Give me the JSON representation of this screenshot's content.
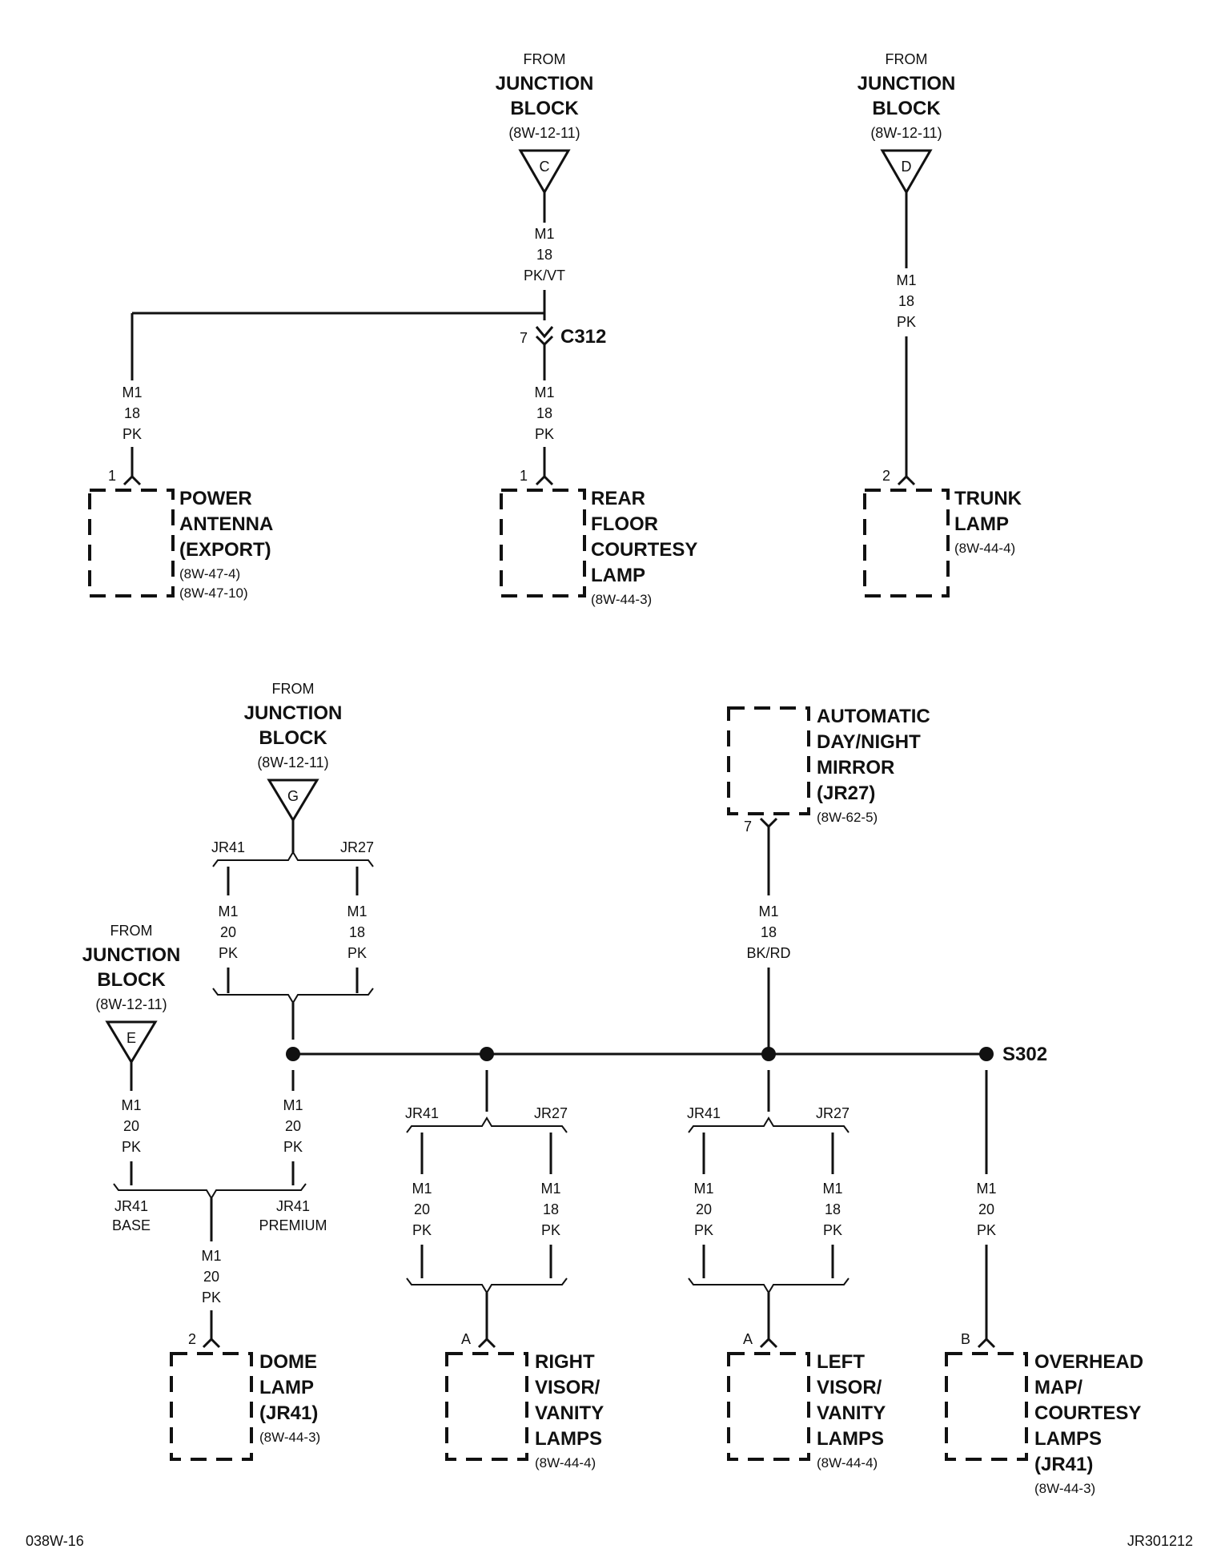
{
  "sources": {
    "c": {
      "from": "FROM",
      "line1": "JUNCTION",
      "line2": "BLOCK",
      "ref": "(8W-12-11)",
      "cavity": "C"
    },
    "d": {
      "from": "FROM",
      "line1": "JUNCTION",
      "line2": "BLOCK",
      "ref": "(8W-12-11)",
      "cavity": "D"
    },
    "g": {
      "from": "FROM",
      "line1": "JUNCTION",
      "line2": "BLOCK",
      "ref": "(8W-12-11)",
      "cavity": "G"
    },
    "e": {
      "from": "FROM",
      "line1": "JUNCTION",
      "line2": "BLOCK",
      "ref": "(8W-12-11)",
      "cavity": "E"
    }
  },
  "wires": {
    "c_in": {
      "circuit": "M1",
      "gauge": "18",
      "color": "PK/VT"
    },
    "ant": {
      "circuit": "M1",
      "gauge": "18",
      "color": "PK"
    },
    "rear": {
      "circuit": "M1",
      "gauge": "18",
      "color": "PK"
    },
    "trunk": {
      "circuit": "M1",
      "gauge": "18",
      "color": "PK"
    },
    "g_left": {
      "circuit": "M1",
      "gauge": "20",
      "color": "PK"
    },
    "g_right": {
      "circuit": "M1",
      "gauge": "18",
      "color": "PK"
    },
    "g_down": {
      "circuit": "M1",
      "gauge": "20",
      "color": "PK"
    },
    "e_down": {
      "circuit": "M1",
      "gauge": "20",
      "color": "PK"
    },
    "dome": {
      "circuit": "M1",
      "gauge": "20",
      "color": "PK"
    },
    "rv_left": {
      "circuit": "M1",
      "gauge": "20",
      "color": "PK"
    },
    "rv_right": {
      "circuit": "M1",
      "gauge": "18",
      "color": "PK"
    },
    "lv_left": {
      "circuit": "M1",
      "gauge": "20",
      "color": "PK"
    },
    "lv_right": {
      "circuit": "M1",
      "gauge": "18",
      "color": "PK"
    },
    "mirror": {
      "circuit": "M1",
      "gauge": "18",
      "color": "BK/RD"
    },
    "overhead": {
      "circuit": "M1",
      "gauge": "20",
      "color": "PK"
    }
  },
  "connector": {
    "pin": "7",
    "name": "C312"
  },
  "splice": {
    "name": "S302"
  },
  "branches": {
    "g": {
      "left": "JR41",
      "right": "JR27"
    },
    "rv": {
      "left": "JR41",
      "right": "JR27"
    },
    "lv": {
      "left": "JR41",
      "right": "JR27"
    },
    "dome": {
      "left1": "JR41",
      "left2": "BASE",
      "right1": "JR41",
      "right2": "PREMIUM"
    }
  },
  "components": {
    "antenna": {
      "pin": "1",
      "lines": [
        "POWER",
        "ANTENNA",
        "(EXPORT)"
      ],
      "refs": [
        "(8W-47-4)",
        "(8W-47-10)"
      ]
    },
    "rear": {
      "pin": "1",
      "lines": [
        "REAR",
        "FLOOR",
        "COURTESY",
        "LAMP"
      ],
      "refs": [
        "(8W-44-3)"
      ]
    },
    "trunk": {
      "pin": "2",
      "lines": [
        "TRUNK",
        "LAMP"
      ],
      "refs": [
        "(8W-44-4)"
      ]
    },
    "mirror": {
      "pin": "7",
      "lines": [
        "AUTOMATIC",
        "DAY/NIGHT",
        "MIRROR",
        "(JR27)"
      ],
      "refs": [
        "(8W-62-5)"
      ]
    },
    "dome": {
      "pin": "2",
      "lines": [
        "DOME",
        "LAMP",
        "(JR41)"
      ],
      "refs": [
        "(8W-44-3)"
      ]
    },
    "rvisor": {
      "pin": "A",
      "lines": [
        "RIGHT",
        "VISOR/",
        "VANITY",
        "LAMPS"
      ],
      "refs": [
        "(8W-44-4)"
      ]
    },
    "lvisor": {
      "pin": "A",
      "lines": [
        "LEFT",
        "VISOR/",
        "VANITY",
        "LAMPS"
      ],
      "refs": [
        "(8W-44-4)"
      ]
    },
    "overhead": {
      "pin": "B",
      "lines": [
        "OVERHEAD",
        "MAP/",
        "COURTESY",
        "LAMPS",
        "(JR41)"
      ],
      "refs": [
        "(8W-44-3)"
      ]
    }
  },
  "footer": {
    "left": "038W-16",
    "right": "JR301212"
  }
}
